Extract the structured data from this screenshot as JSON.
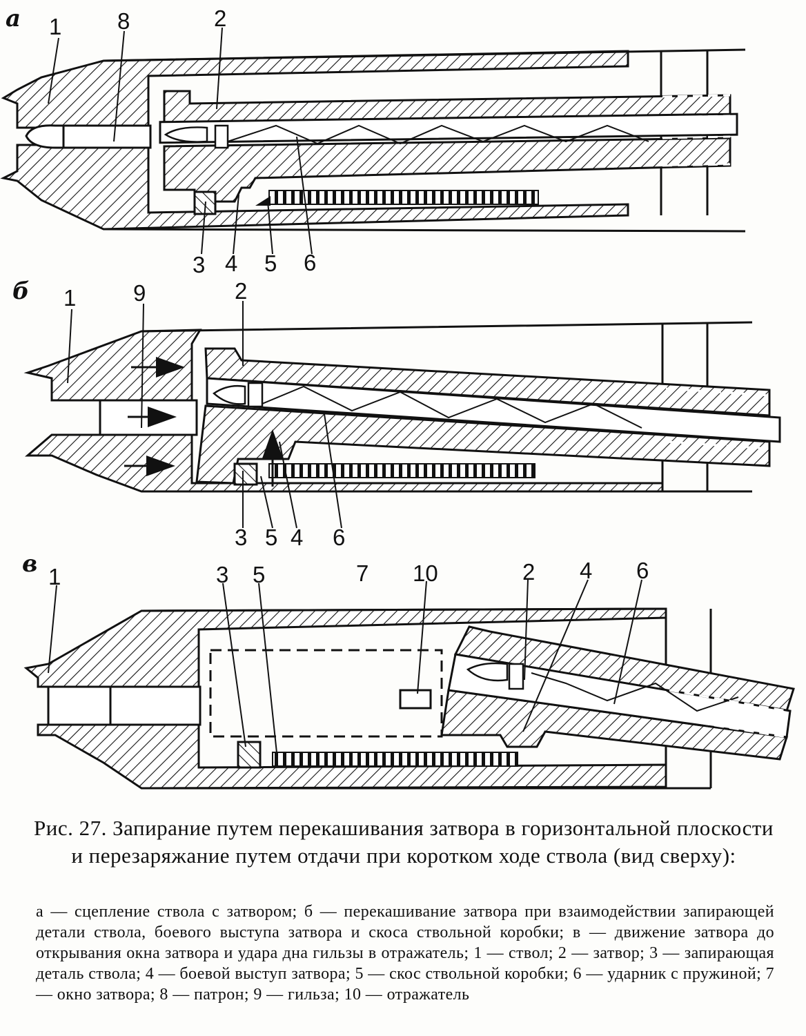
{
  "panels": {
    "a": {
      "letter": "а",
      "labels": {
        "l1": "1",
        "l8": "8",
        "l2": "2",
        "l3": "3",
        "l4": "4",
        "l5": "5",
        "l6": "6"
      }
    },
    "b": {
      "letter": "б",
      "labels": {
        "l1": "1",
        "l9": "9",
        "l2": "2",
        "l3": "3",
        "l5": "5",
        "l4": "4",
        "l6": "6"
      }
    },
    "c": {
      "letter": "в",
      "labels": {
        "l1": "1",
        "l3": "3",
        "l5": "5",
        "l7": "7",
        "l10": "10",
        "l2": "2",
        "l4": "4",
        "l6": "6"
      }
    }
  },
  "caption": {
    "title": "Рис. 27. Запирание путем перекашивания затвора в горизонтальной плоскости и перезаряжание путем отдачи при коротком ходе ствола (вид сверху):",
    "legend": "а — сцепление ствола с затвором; б — перекашивание затвора при взаимодействии запирающей детали ствола, боевого выступа затвора и скоса ствольной коробки; в — движение затвора до открывания окна затвора и удара дна гильзы в отражатель; 1 — ствол; 2 — затвор; 3 — запирающая деталь ствола; 4 — боевой выступ затвора; 5 — скос ствольной коробки; 6 — ударник с пружиной; 7 — окно затвора; 8 — патрон; 9 — гильза; 10 — отражатель"
  }
}
